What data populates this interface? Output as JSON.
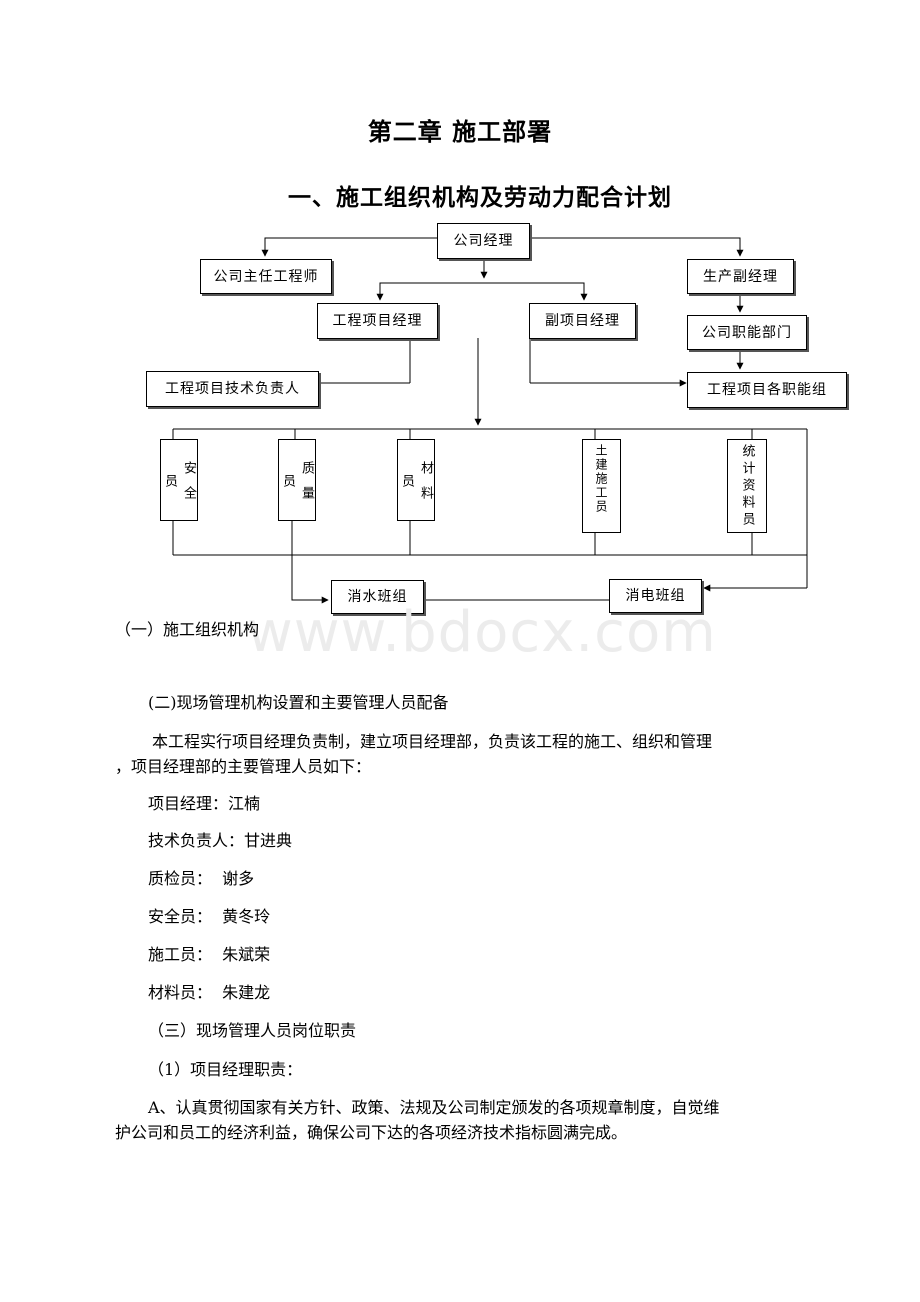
{
  "headings": {
    "chapter": "第二章 施工部署",
    "section": "一、施工组织机构及劳动力配合计划"
  },
  "org_chart": {
    "company_manager": "公司经理",
    "chief_engineer": "公司主任工程师",
    "production_vp": "生产副经理",
    "project_manager": "工程项目经理",
    "deputy_pm": "副项目经理",
    "company_departments": "公司职能部门",
    "tech_lead": "工程项目技术负责人",
    "functional_groups": "工程项目各职能组",
    "safety_officer": "安全员",
    "quality_officer": "质量员",
    "materials_officer": "材料员",
    "construction_officer": "土建施工员",
    "statistics_officer": "统计资料员",
    "plumbing_team": "消水班组",
    "electrical_team": "消电班组"
  },
  "watermark": "www.bdocx.com",
  "body": {
    "caption_1": "（一）施工组织机构",
    "heading_2": "(二)现场管理机构设置和主要管理人员配备",
    "para_1_line_1": "本工程实行项目经理负责制，建立项目经理部，负责该工程的施工、组织和管理",
    "para_1_line_2": "，项目经理部的主要管理人员如下：",
    "staff": [
      {
        "text": "项目经理：江楠"
      },
      {
        "text": "技术负责人：甘进典"
      },
      {
        "text": "质检员：  谢多"
      },
      {
        "text": "安全员：  黄冬玲"
      },
      {
        "text": "施工员：  朱斌荣"
      },
      {
        "text": "材料员：  朱建龙"
      }
    ],
    "heading_3": "（三）现场管理人员岗位职责",
    "heading_3_1": "（1）项目经理职责：",
    "para_a_line_1": "A、认真贯彻国家有关方针、政策、法规及公司制定颁发的各项规章制度，自觉维",
    "para_a_line_2": "护公司和员工的经济利益，确保公司下达的各项经济技术指标圆满完成。"
  }
}
